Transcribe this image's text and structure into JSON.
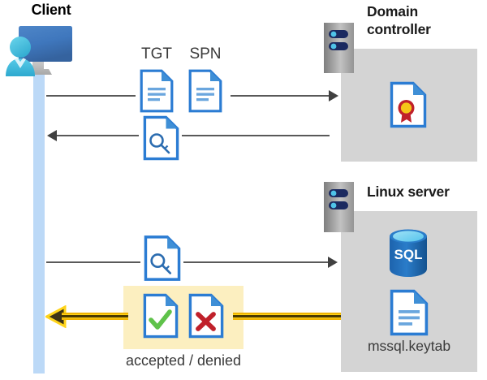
{
  "diagram": {
    "title": "Kerberos authentication flow between client, domain controller and Linux server",
    "colors": {
      "panel_gray": "#d4d4d4",
      "lifeline_blue": "#bcd9f7",
      "highlight_yellow": "#fcefc0",
      "arrow_gray": "#595959",
      "reply_arrow_yellow": "#ffd41a",
      "doc_border_blue": "#2b7cd3",
      "accept_green": "#5fc24a",
      "deny_red": "#c0202a",
      "sql_blue": "#1b6fc0",
      "seal_gold": "#f5c518",
      "seal_red": "#c0202a"
    }
  },
  "actors": {
    "client": {
      "label": "Client",
      "icon": "client-computer-user-icon"
    },
    "domain_controller": {
      "label_line1": "Domain",
      "label_line2": "controller",
      "icon": "server-tower-icon",
      "contents": [
        {
          "name": "certificate-doc-icon",
          "label": ""
        }
      ]
    },
    "linux_server": {
      "label": "Linux server",
      "icon": "server-tower-icon",
      "contents": [
        {
          "name": "sql-database-icon",
          "label": "SQL"
        },
        {
          "name": "keytab-doc-icon",
          "label": "mssql.keytab"
        }
      ]
    }
  },
  "messages": [
    {
      "id": "msg-1",
      "direction": "client-to-domain-controller",
      "arrowhead": "right",
      "payload_labels": [
        "TGT",
        "SPN"
      ],
      "payload_icons": [
        "document-icon",
        "document-icon"
      ]
    },
    {
      "id": "msg-2",
      "direction": "domain-controller-to-client",
      "arrowhead": "left",
      "payload_labels": [],
      "payload_icons": [
        "key-document-icon"
      ]
    },
    {
      "id": "msg-3",
      "direction": "client-to-linux-server",
      "arrowhead": "right",
      "payload_labels": [],
      "payload_icons": [
        "key-document-icon"
      ]
    },
    {
      "id": "msg-4",
      "direction": "linux-server-to-client",
      "arrowhead": "left",
      "style": "yellow-thick",
      "payload_labels": [],
      "payload_icons": [
        "accepted-document-icon",
        "denied-document-icon"
      ],
      "caption": "accepted / denied"
    }
  ],
  "labels": {
    "tgt": "TGT",
    "spn": "SPN",
    "accepted_denied": "accepted / denied",
    "keytab": "mssql.keytab",
    "sql": "SQL"
  }
}
